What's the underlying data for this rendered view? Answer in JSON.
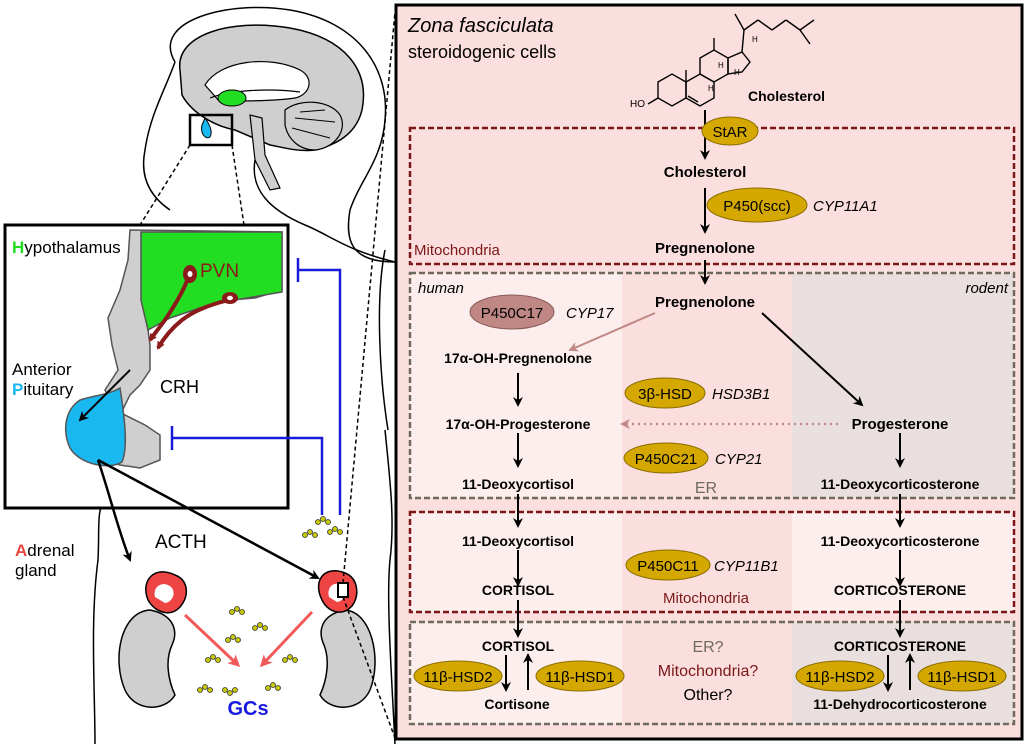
{
  "left": {
    "hypothalamus": {
      "initial": "H",
      "rest": "ypothalamus"
    },
    "pvn": "PVN",
    "anterior": "Anterior",
    "pituitary": {
      "initial": "P",
      "rest": "ituitary"
    },
    "crh": "CRH",
    "acth": "ACTH",
    "adrenal": {
      "initial": "A",
      "rest": "drenal"
    },
    "gland": "gland",
    "gcs": "GCs"
  },
  "right": {
    "zona_title": "Zona fasciculata",
    "zona_sub": "steroidogenic cells",
    "cholesterol_top": "Cholesterol",
    "ho": "HO",
    "h": "H",
    "star": "StAR",
    "cholesterol_mito": "Cholesterol",
    "p450scc": "P450(scc)",
    "cyp11a1": "CYP11A1",
    "mitochondria_1": "Mitochondria",
    "pregnenolone_mito": "Pregnenolone",
    "human": "human",
    "rodent": "rodent",
    "pregnenolone_er": "Pregnenolone",
    "p450c17": "P450C17",
    "cyp17": "CYP17",
    "oh_pregnenolone": "17α-OH-Pregnenolone",
    "hsd3b": "3β-HSD",
    "hsd3b1": "HSD3B1",
    "oh_progesterone": "17α-OH-Progesterone",
    "progesterone": "Progesterone",
    "p450c21": "P450C21",
    "cyp21": "CYP21",
    "deoxycortisol_1": "11-Deoxycortisol",
    "er": "ER",
    "deoxycorticosterone_1": "11-Deoxycorticosterone",
    "deoxycortisol_2": "11-Deoxycortisol",
    "deoxycorticosterone_2": "11-Deoxycorticosterone",
    "p450c11": "P450C11",
    "cyp11b1": "CYP11B1",
    "cortisol_1": "CORTISOL",
    "mitochondria_2": "Mitochondria",
    "corticosterone_1": "CORTICOSTERONE",
    "cortisol_2": "CORTISOL",
    "er_q": "ER?",
    "mito_q": "Mitochondria?",
    "other_q": "Other?",
    "corticosterone_2": "CORTICOSTERONE",
    "hsd2_left": "11β-HSD2",
    "hsd1_left": "11β-HSD1",
    "cortisone": "Cortisone",
    "hsd2_right": "11β-HSD2",
    "hsd1_right": "11β-HSD1",
    "dehydrocorticosterone": "11-Dehydrocorticosterone"
  },
  "colors": {
    "hypothalamus_green": "#22dd22",
    "pituitary_blue": "#1ab8f0",
    "adrenal_red": "#ee4444",
    "gcs_blue": "#1a1adf",
    "feedback_blue": "#1a1adf",
    "enzyme_gold": "#d4a800",
    "p450c17_mauve": "#c08884",
    "mito_red": "#7a1818",
    "er_grey": "#6e6a5e",
    "pink_bg": "#fbdede",
    "pvn_neuron": "#8b1a1a"
  }
}
